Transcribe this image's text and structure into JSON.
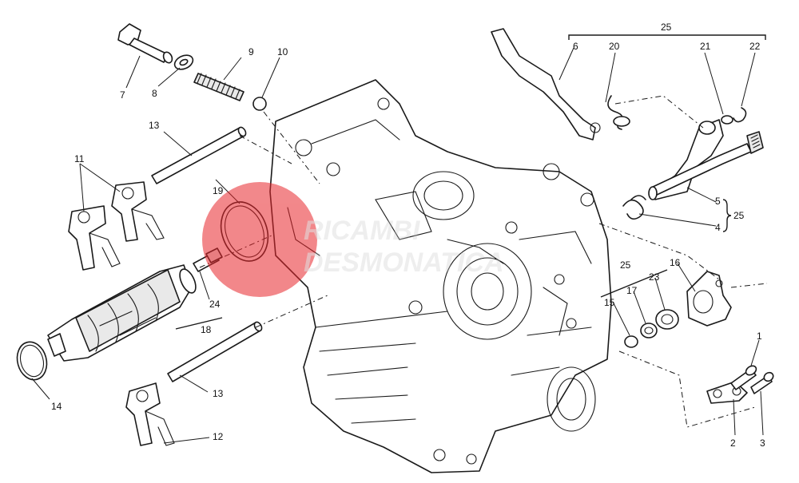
{
  "title": "",
  "watermark": {
    "line1": "RICAMBI",
    "line2": "DESMONATICA",
    "logo_color": "#e8262b"
  },
  "callouts": {
    "c1": "1",
    "c2": "2",
    "c3": "3",
    "c4": "4",
    "c5": "5",
    "c6": "6",
    "c7": "7",
    "c8": "8",
    "c9": "9",
    "c10": "10",
    "c11": "11",
    "c12": "12",
    "c13a": "13",
    "c13b": "13",
    "c14": "14",
    "c15": "15",
    "c16": "16",
    "c17": "17",
    "c18": "18",
    "c19": "19",
    "c20": "20",
    "c21": "21",
    "c22": "22",
    "c23": "23",
    "c24": "24",
    "c25a": "25",
    "c25b": "25",
    "c25c": "25"
  },
  "colors": {
    "line": "#1a1a1a",
    "background": "#ffffff"
  }
}
